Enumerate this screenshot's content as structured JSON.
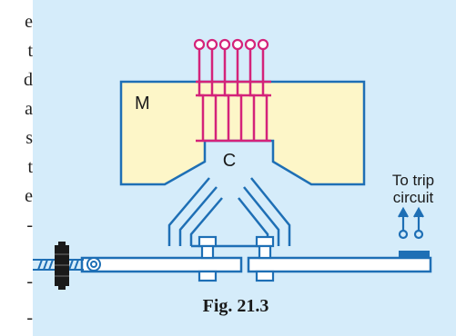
{
  "figure": {
    "magnet_label": "M",
    "core_label": "C",
    "trip_label_line1": "To trip",
    "trip_label_line2": "circuit",
    "caption": "Fig. 21.3"
  },
  "text_fragments": [
    "e",
    "t",
    "d",
    "a",
    "s",
    "t",
    "e",
    "-",
    "-",
    "-"
  ],
  "colors": {
    "panel_bg": "#d5ecfa",
    "magnet_fill": "#fdf6c8",
    "outline": "#1e6fb5",
    "coil": "#d4237a",
    "weight": "#1a1a1a",
    "trip_contact": "#1e6fb5"
  }
}
